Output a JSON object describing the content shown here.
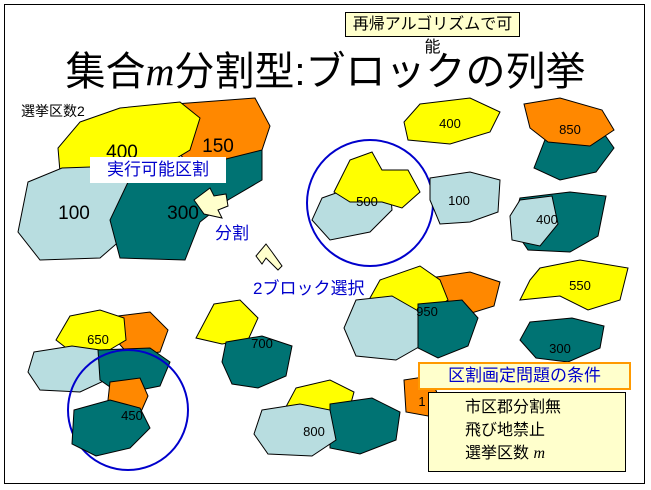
{
  "note": "再帰アルゴリズムで可能",
  "title": {
    "main_prefix": "集合",
    "var": "m",
    "main_suffix": "分割型:ブロックの列挙"
  },
  "district_count_label": "選挙区数2",
  "labels": {
    "feasible": "実行可能区割",
    "split": "分割",
    "select": "2ブロック選択"
  },
  "regions": {
    "big_top_left": "400",
    "big_top_right": "150",
    "big_bottom_left": "100",
    "big_bottom_right": "300",
    "r400": "400",
    "r850": "850",
    "r500": "500",
    "r100": "100",
    "r400b": "400",
    "r550": "550",
    "r950": "950",
    "r300": "300",
    "r650": "650",
    "r700": "700",
    "r450": "450",
    "r800": "800",
    "r1": "1"
  },
  "conditions": {
    "header": "区割画定問題の条件",
    "items": [
      "市区郡分割無",
      "飛び地禁止"
    ],
    "last_prefix": "選挙区数 ",
    "last_var": "m"
  },
  "colors": {
    "yellow": "#ffff00",
    "orange": "#ff8800",
    "teal": "#007373",
    "lightblue": "#b8dde0",
    "blue": "#0000cc"
  }
}
